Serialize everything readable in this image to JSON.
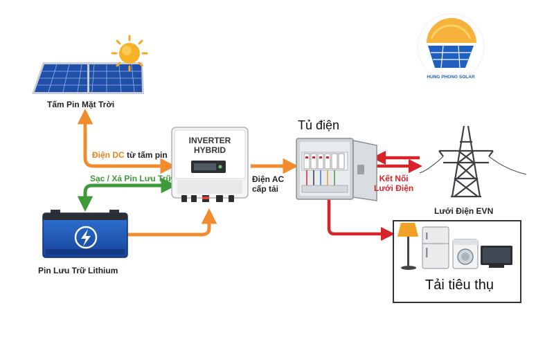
{
  "labels": {
    "solar_panel": "Tấm Pin Mặt Trời",
    "dc_prefix": "Điện DC",
    "dc_suffix": "từ tấm pin",
    "charge_discharge": "Sạc / Xả Pin Lưu Trữ",
    "battery": "Pin Lưu Trữ Lithium",
    "inverter_brand": "INVERTER\nHYBRID",
    "ac_supply_line1": "Điện AC",
    "ac_supply_line2": "cấp tải",
    "cabinet": "Tủ điện",
    "grid_connect_line1": "Kết Nối",
    "grid_connect_line2": "Lưới Điện",
    "grid": "Lưới Điện EVN",
    "load": "Tải tiêu thụ"
  },
  "logo": {
    "text": "HUNG PHONG SOLAR"
  },
  "colors": {
    "dc_flow": "#f08c2e",
    "battery_flow": "#3f9a3a",
    "grid_flow": "#d9232a",
    "panel_blue": "#1f4fa8",
    "battery_blue": "#1e5bb8",
    "sun_orange": "#f5a623"
  },
  "icons": [
    "solar-panel-icon",
    "sun-icon",
    "battery-icon",
    "lightning-icon",
    "inverter-icon",
    "electrical-cabinet-icon",
    "transmission-tower-icon",
    "lamp-icon",
    "refrigerator-icon",
    "washing-machine-icon",
    "television-icon",
    "company-logo"
  ]
}
